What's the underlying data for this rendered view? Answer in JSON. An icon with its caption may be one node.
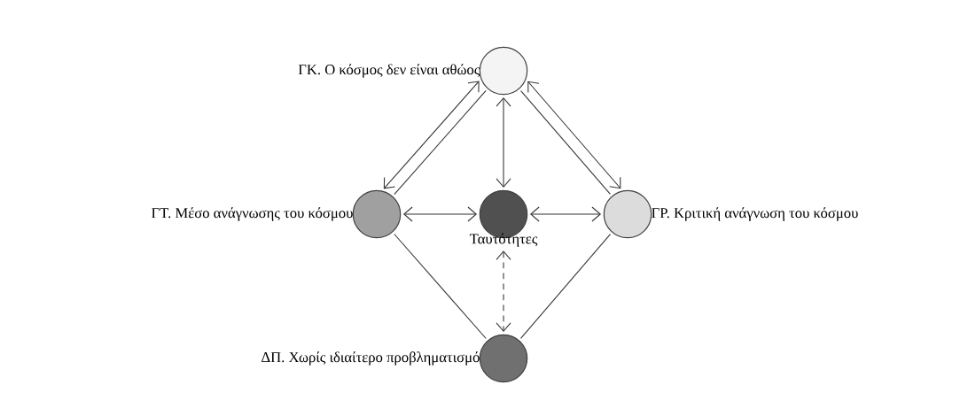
{
  "diagram": {
    "nodes": [
      {
        "text": [],
        "shape": "circle",
        "beside": [
          "ΓΚ. Ο κόσμος δεν είναι αθώος"
        ]
      },
      {
        "text": [],
        "shape": "circle",
        "beside": [
          "ΓΤ. Μέσο ανάγνωσης του κόσμου"
        ]
      },
      {
        "text": [],
        "shape": "circle",
        "beside": [
          "Ταυτότητες"
        ]
      },
      {
        "text": [],
        "shape": "circle",
        "beside": [
          "ΓΡ. Κριτική ανάγνωση του κόσμου"
        ]
      },
      {
        "text": [],
        "shape": "circle",
        "beside": [
          "ΔΠ. Χωρίς ιδιαίτερο προβληματισμό"
        ]
      }
    ],
    "edges": [
      {
        "from": 0,
        "to": 1,
        "arrow": "none"
      },
      {
        "from": 0,
        "to": 1,
        "arrow": "both"
      },
      {
        "from": 0,
        "to": 3,
        "arrow": "none"
      },
      {
        "from": 0,
        "to": 3,
        "arrow": "both"
      },
      {
        "from": 0,
        "to": 2,
        "arrow": "both"
      },
      {
        "from": 1,
        "to": 2,
        "arrow": "both"
      },
      {
        "from": 2,
        "to": 3,
        "arrow": "both"
      },
      {
        "from": 1,
        "to": 4,
        "arrow": "none"
      },
      {
        "from": 3,
        "to": 4,
        "arrow": "none"
      },
      {
        "from": 2,
        "to": 4,
        "arrow": "both",
        "style": "dashed"
      }
    ]
  }
}
